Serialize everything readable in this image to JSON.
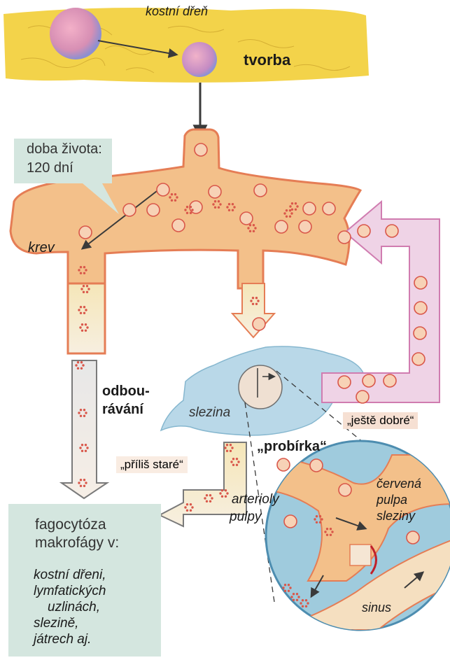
{
  "labels": {
    "marrow": "kostní dřeň",
    "formation": "tvorba",
    "lifespan_line1": "doba života:",
    "lifespan_line2": "120 dní",
    "blood": "krev",
    "breakdown_line1": "odbou-",
    "breakdown_line2": "rávání",
    "spleen": "slezina",
    "sorting": "„probírka“",
    "still_good": "„ještě dobré“",
    "too_old": "„příliš staré“",
    "arterioles_line1": "arterioly",
    "arterioles_line2": "pulpy",
    "red_pulp_line1": "červená",
    "red_pulp_line2": "pulpa",
    "red_pulp_line3": "sleziny",
    "sinus": "sinus"
  },
  "phagocytosis": {
    "title_line1": "fagocytóza",
    "title_line2": "makrofágy v:",
    "places": [
      "kostní dřeni,",
      "lymfatických",
      "uzlinách,",
      "slezině,",
      "játrech aj."
    ]
  },
  "colors": {
    "marrow_yellow": "#f3d34a",
    "blood_vessel": "#f3c08a",
    "vessel_wall": "#e57d55",
    "cell_outline": "#d9574a",
    "spleen_blue": "#b9d8e8",
    "return_arrow_lilac": "#efd3e6",
    "label_box": "#d4e6df"
  }
}
